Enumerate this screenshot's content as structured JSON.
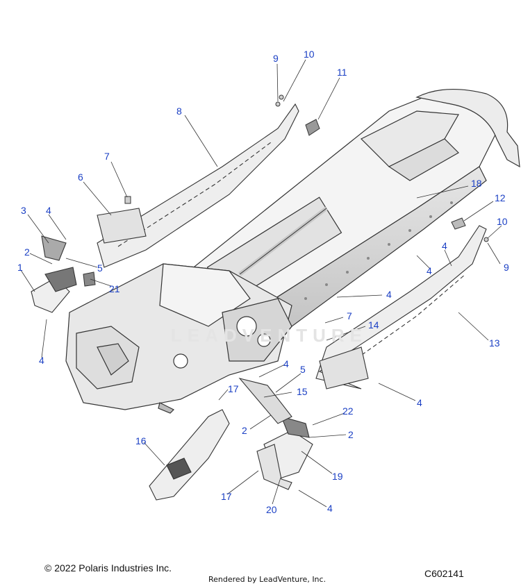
{
  "diagram": {
    "callouts": [
      {
        "id": "c9a",
        "label": "9"
      },
      {
        "id": "c10a",
        "label": "10"
      },
      {
        "id": "c11",
        "label": "11"
      },
      {
        "id": "c8",
        "label": "8"
      },
      {
        "id": "c7a",
        "label": "7"
      },
      {
        "id": "c6",
        "label": "6"
      },
      {
        "id": "c18",
        "label": "18"
      },
      {
        "id": "c12",
        "label": "12"
      },
      {
        "id": "c10b",
        "label": "10"
      },
      {
        "id": "c3",
        "label": "3"
      },
      {
        "id": "c4a",
        "label": "4"
      },
      {
        "id": "c2a",
        "label": "2"
      },
      {
        "id": "c1",
        "label": "1"
      },
      {
        "id": "c5a",
        "label": "5"
      },
      {
        "id": "c21",
        "label": "21"
      },
      {
        "id": "c4b",
        "label": "4"
      },
      {
        "id": "c4c",
        "label": "4"
      },
      {
        "id": "c9b",
        "label": "9"
      },
      {
        "id": "c4d",
        "label": "4"
      },
      {
        "id": "c7b",
        "label": "7"
      },
      {
        "id": "c14",
        "label": "14"
      },
      {
        "id": "c13",
        "label": "13"
      },
      {
        "id": "c4e",
        "label": "4"
      },
      {
        "id": "c4f",
        "label": "4"
      },
      {
        "id": "c5b",
        "label": "5"
      },
      {
        "id": "c17a",
        "label": "17"
      },
      {
        "id": "c15",
        "label": "15"
      },
      {
        "id": "c4g",
        "label": "4"
      },
      {
        "id": "c22",
        "label": "22"
      },
      {
        "id": "c2b",
        "label": "2"
      },
      {
        "id": "c2c",
        "label": "2"
      },
      {
        "id": "c16",
        "label": "16"
      },
      {
        "id": "c19",
        "label": "19"
      },
      {
        "id": "c17b",
        "label": "17"
      },
      {
        "id": "c20",
        "label": "20"
      },
      {
        "id": "c4h",
        "label": "4"
      }
    ]
  },
  "watermark": "LEADVENTURE",
  "footer": {
    "copyright": "© 2022 Polaris Industries Inc.",
    "rendered_by": "Rendered by LeadVenture, Inc.",
    "code": "C602141"
  },
  "colors": {
    "callout": "#1a3fc4",
    "line": "#333333",
    "part_fill": "#f2f2f2",
    "part_shade": "#d9d9d9"
  }
}
